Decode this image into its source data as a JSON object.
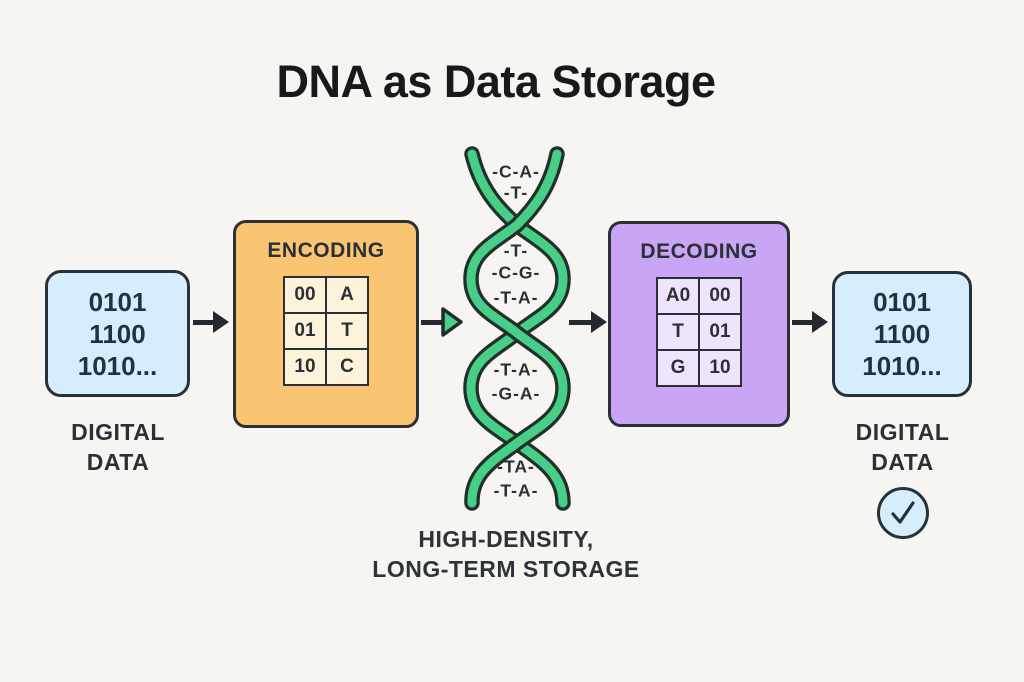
{
  "title": "DNA as Data Storage",
  "digital_input": {
    "lines": [
      "0101",
      "1100",
      "1010..."
    ],
    "label": [
      "DIGITAL",
      "DATA"
    ]
  },
  "encoding": {
    "title": "ENCODING",
    "table": [
      [
        "00",
        "A"
      ],
      [
        "01",
        "T"
      ],
      [
        "10",
        "C"
      ]
    ]
  },
  "helix": {
    "base_labels": [
      "-C-A-",
      "-T-",
      "-T-",
      "-C-G-",
      "-T-A-",
      "-T-A-",
      "-G-A-",
      "-TA-",
      "-T-A-"
    ],
    "caption": [
      "HIGH-DENSITY,",
      "LONG-TERM STORAGE"
    ]
  },
  "decoding": {
    "title": "DECODING",
    "table": [
      [
        "A0",
        "00"
      ],
      [
        "T",
        "01"
      ],
      [
        "G",
        "10"
      ]
    ]
  },
  "digital_output": {
    "lines": [
      "0101",
      "1100",
      "1010..."
    ],
    "label": [
      "DIGITAL",
      "DATA"
    ]
  },
  "icons": {
    "flow_arrow": "arrow-right-icon",
    "dna": "dna-helix-icon",
    "success": "check-icon"
  },
  "colors": {
    "background": "#f7f5f1",
    "encoding_fill": "#f9c572",
    "encoding_cell": "#fcf3da",
    "decoding_fill": "#c9a5f5",
    "decoding_cell": "#efe4fc",
    "data_box_fill": "#d6eefb",
    "helix_green": "#47ce87",
    "outline": "#2b3034"
  }
}
